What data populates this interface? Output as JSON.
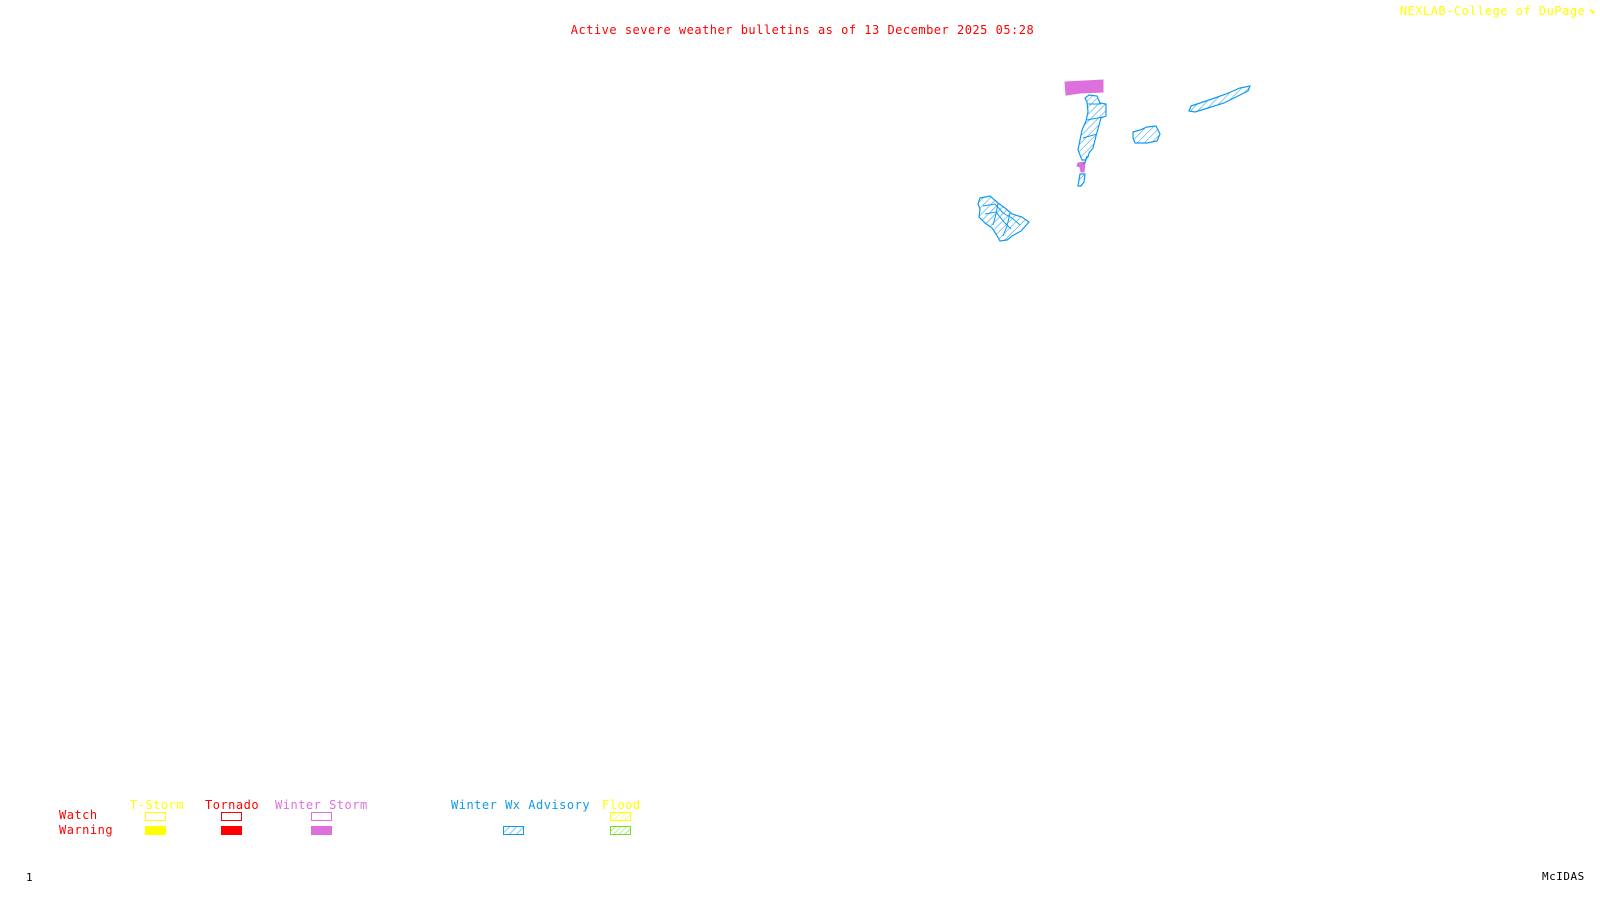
{
  "header": {
    "title": "Active severe weather bulletins as of 13 December 2025 05:28",
    "credit": "NEXLAB-College of DuPage",
    "credit_icon": "resize-corner-icon"
  },
  "map": {
    "description": "Bulletin polygons over a blank basemap",
    "regions": [
      {
        "type": "Winter Storm",
        "level": "Warning",
        "count": 2
      },
      {
        "type": "Winter Wx Advisory",
        "level": "Warning",
        "count": 5
      }
    ]
  },
  "legend": {
    "rows": [
      "Watch",
      "Warning"
    ],
    "categories": [
      {
        "label": "T-Storm",
        "color": "#ffff00",
        "watch": "outline",
        "warning": "solid"
      },
      {
        "label": "Tornado",
        "color": "#ff0000",
        "watch": "outline",
        "warning": "solid"
      },
      {
        "label": "Winter Storm",
        "color": "#dd70dd",
        "watch": "outline",
        "warning": "solid"
      },
      {
        "label": "Winter Wx Advisory",
        "color": "#1199ee",
        "watch": null,
        "warning": "hatched"
      },
      {
        "label": "Flood",
        "color": "#ffff00",
        "warning_color": "#77dd22",
        "watch": "hatched",
        "warning": "hatched"
      }
    ]
  },
  "footer": {
    "frame_number": "1",
    "software": "McIDAS"
  }
}
